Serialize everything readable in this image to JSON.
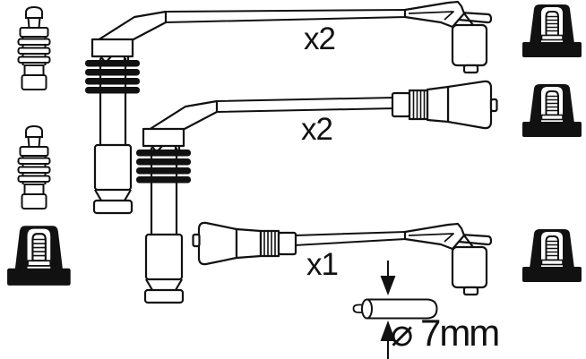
{
  "colors": {
    "ink": "#111111",
    "background": "#ffffff"
  },
  "labels": {
    "cable1_quantity": "x2",
    "cable2_quantity": "x2",
    "cable3_quantity": "x1",
    "cable_diameter": "⌀ 7mm"
  },
  "parts": {
    "cables": [
      {
        "quantity": "x2",
        "left_end": "spark-plug-boot-with-bellows",
        "right_end": "angled-coil-boot"
      },
      {
        "quantity": "x2",
        "left_end": "spark-plug-boot-with-bellows",
        "right_end": "straight-boot"
      },
      {
        "quantity": "x1",
        "left_end": "straight-boot",
        "right_end": "angled-coil-boot"
      }
    ],
    "left_icons": [
      "spark-plug-terminal-icon",
      "spark-plug-terminal-icon",
      "coil-boot-icon"
    ],
    "right_icons": [
      "coil-boot-icon",
      "coil-boot-icon",
      "coil-boot-icon"
    ],
    "annotation": "cable-diameter-measurement"
  }
}
